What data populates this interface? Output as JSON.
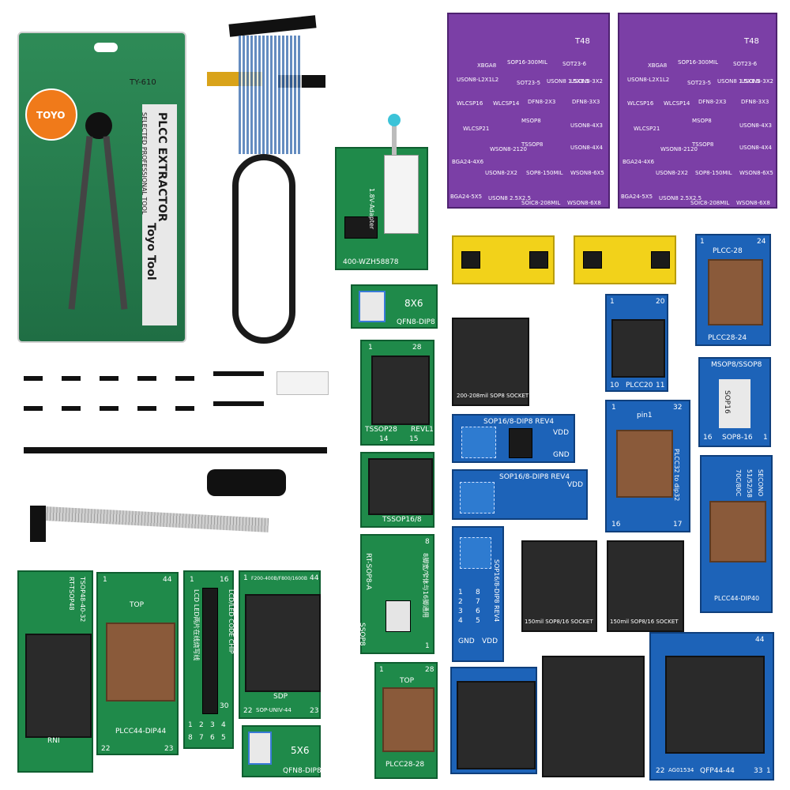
{
  "colors": {
    "pcb_green": "#1f8a4a",
    "pcb_blue": "#1d63b8",
    "pcb_purple": "#7b3fa6",
    "pcb_yellow": "#f2d21a",
    "socket_black": "#2a2a2a",
    "socket_brown": "#8a5a3a"
  },
  "extractor": {
    "brand_badge": "TOYO",
    "model": "TY-610",
    "title": "PLCC EXTRACTOR",
    "brand_name": "Toyo Tool",
    "tagline": "SELECTED PROFESSIONAL TOOL"
  },
  "adapter_1v8": {
    "label": "1.8V-Adapter",
    "serial": "400-WZH58878"
  },
  "qfn8_dip8_top": {
    "size": "8X6",
    "label": "QFN8-DIP8"
  },
  "tssop28": {
    "label": "TSSOP28",
    "version": "REVL1",
    "pin_1": "1",
    "pin_28": "28",
    "pin_14": "14",
    "pin_15": "15"
  },
  "tssop16_8": {
    "label": "TSSOP16/8"
  },
  "ssop8": {
    "label_a": "RT-SOP8-A",
    "label_b": "SSOP8",
    "chinese": "8脚宽/窄体与16脚通用",
    "pin_8": "8",
    "pin_1": "1"
  },
  "purple_boards": [
    {
      "labels": [
        "T48",
        "XBGA8",
        "SOP16-300MIL",
        "SOT23-6",
        "USON8-L2X1L2",
        "SOT23-5",
        "USON8 1.5X1.5",
        "USON8-3X2",
        "WLCSP16",
        "WLCSP14",
        "DFN8-2X3",
        "DFN8-3X3",
        "MSOP8",
        "WLCSP21",
        "TSSOP8",
        "USON8-4X3",
        "WSON8-2120",
        "USON8-4X4",
        "BGA24-4X6",
        "USON8-2X2",
        "SOP8-150MIL",
        "WSON8-6X5",
        "BGA24-5X5",
        "USON8 2.5X2.5",
        "SOIC8-208MIL",
        "WSON8-6X8"
      ]
    },
    {
      "labels": [
        "T48",
        "XBGA8",
        "SOP16-300MIL",
        "SOT23-6",
        "USON8-L2X1L2",
        "SOT23-5",
        "USON8 1.5X1.5",
        "USON8-3X2",
        "WLCSP16",
        "WLCSP14",
        "DFN8-2X3",
        "DFN8-3X3",
        "MSOP8",
        "WLCSP21",
        "TSSOP8",
        "USON8-4X3",
        "WSON8-2120",
        "USON8-4X4",
        "BGA24-4X6",
        "USON8-2X2",
        "SOP8-150MIL",
        "WSON8-6X5",
        "BGA24-5X5",
        "USON8 2.5X2.5",
        "SOIC8-208MIL",
        "WSON8-6X8"
      ]
    }
  ],
  "sop8_socket": {
    "label": "200-208mil SOP8 SOCKET"
  },
  "plcc20": {
    "label": "PLCC20",
    "pin_1": "1",
    "pin_20": "20",
    "pin_10": "10",
    "pin_11": "11"
  },
  "plcc28_top": {
    "label": "PLCC-28",
    "label_bottom": "PLCC28-24",
    "pin_1": "1",
    "pin_24": "24"
  },
  "msop_board": {
    "label": "MSOP8/SSOP8",
    "label_b": "SOP16",
    "label_c": "SOP8-16",
    "pin_16": "16",
    "pin_1": "1"
  },
  "sop16_dip8_rev4_a": {
    "label": "SOP16/8-DIP8 REV4",
    "vdd": "VDD",
    "gnd": "GND"
  },
  "sop16_dip8_rev4_b": {
    "label": "SOP16/8-DIP8 REV4",
    "vdd": "VDD"
  },
  "plcc32": {
    "label": "PLCC32 to dip32",
    "top": "pin1",
    "pin_32": "32",
    "pin_16": "16",
    "pin_17": "17",
    "pin_1": "1"
  },
  "plcc_dip_adapter": {
    "label_a": "PLCC44-DIP40",
    "label_b": "70C/80C",
    "label_c": "51/52/58",
    "label_d": "SECONO"
  },
  "sop16_dip8_rev4_c": {
    "label": "SOP16/8-DIP8 REV4",
    "vdd": "VDD",
    "gnd": "GND",
    "pins": [
      "1",
      "2",
      "3",
      "4",
      "5",
      "6",
      "7",
      "8"
    ]
  },
  "soic_sockets": [
    {
      "label": "150mil SOP8/16 SOCKET"
    },
    {
      "label": "150mil SOP8/16 SOCKET"
    }
  ],
  "tsop48": {
    "label_a": "RT-TSOP48",
    "label_b": "TSOP48-40-32",
    "label_c": "RNI"
  },
  "plcc44": {
    "top": "TOP",
    "label": "PLCC44-DIP44",
    "pin_1": "1",
    "pin_44": "44",
    "pin_22": "22",
    "pin_23": "23"
  },
  "lcd_board": {
    "label_a": "LCD LED两片在线烧写线",
    "label_b": "LCD/LED CODE CHIP",
    "pin_16": "16",
    "pin_1": "1",
    "pin_30": "30",
    "pins": [
      "1",
      "2",
      "3",
      "4",
      "5",
      "6",
      "7",
      "8"
    ]
  },
  "sdp_board": {
    "label_top": "F200-400B/F800/1600B",
    "label": "SDP",
    "label_bottom": "SOP-UNIV-44",
    "pin_1": "1",
    "pin_44": "44",
    "pin_22": "22",
    "pin_23": "23"
  },
  "qfn8_dip8_bottom": {
    "size": "5X6",
    "label": "QFN8-DIP8"
  },
  "plcc28_bottom": {
    "top": "TOP",
    "label": "PLCC28-28",
    "pin_1": "1",
    "pin_28": "28"
  },
  "qfp44": {
    "label": "QFP44-44",
    "label_b": "AG01534",
    "pin_1": "1",
    "pin_44": "44",
    "pin_22": "22",
    "pin_33": "33"
  }
}
